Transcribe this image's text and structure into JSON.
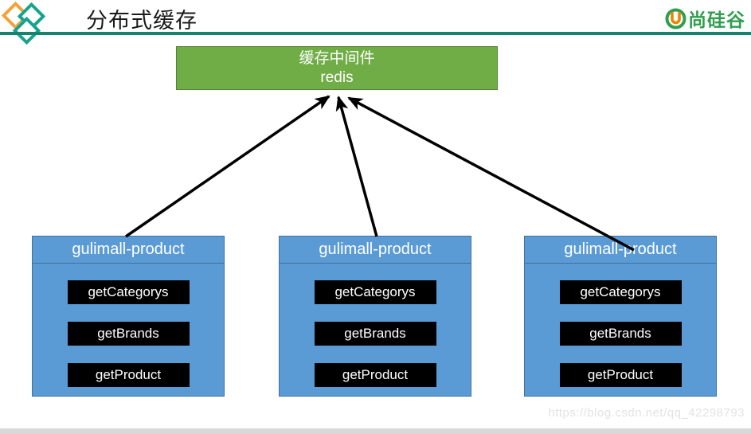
{
  "header": {
    "title": "分布式缓存",
    "logo_text": "尚硅谷"
  },
  "diagram": {
    "cache_box": {
      "line1": "缓存中间件",
      "line2": "redis"
    },
    "services": [
      {
        "title": "gulimall-product",
        "methods": [
          "getCategorys",
          "getBrands",
          "getProduct"
        ]
      },
      {
        "title": "gulimall-product",
        "methods": [
          "getCategorys",
          "getBrands",
          "getProduct"
        ]
      },
      {
        "title": "gulimall-product",
        "methods": [
          "getCategorys",
          "getBrands",
          "getProduct"
        ]
      }
    ]
  },
  "watermark": "https://blog.csdn.net/qq_42298793",
  "colors": {
    "cache_fill": "#70AD47",
    "cache_border": "#548235",
    "service_fill": "#5B9BD5",
    "service_border": "#41719C",
    "method_fill": "#000000",
    "teal_rule": "#16836D",
    "diamond_orange": "#F2A338",
    "diamond_teal": "#16A38B",
    "logo_green": "#2E9E4F",
    "logo_orange": "#F08300",
    "arrow": "#000000",
    "watermark_gray": "#E3E3E3",
    "bottom_bar_gray": "#D8D8D8"
  }
}
